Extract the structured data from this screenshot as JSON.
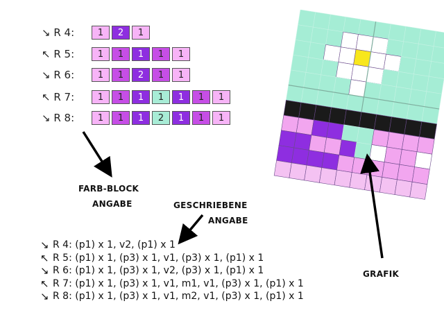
{
  "block_rows": [
    {
      "dir": "↘",
      "label": "R 4:",
      "cells": [
        {
          "v": "1",
          "c": "p"
        },
        {
          "v": "2",
          "c": "d"
        },
        {
          "v": "1",
          "c": "p"
        }
      ]
    },
    {
      "dir": "↖",
      "label": "R 5:",
      "cells": [
        {
          "v": "1",
          "c": "p"
        },
        {
          "v": "1",
          "c": "m"
        },
        {
          "v": "1",
          "c": "d"
        },
        {
          "v": "1",
          "c": "m"
        },
        {
          "v": "1",
          "c": "p"
        }
      ]
    },
    {
      "dir": "↘",
      "label": "R 6:",
      "cells": [
        {
          "v": "1",
          "c": "p"
        },
        {
          "v": "1",
          "c": "m"
        },
        {
          "v": "2",
          "c": "d"
        },
        {
          "v": "1",
          "c": "m"
        },
        {
          "v": "1",
          "c": "p"
        }
      ]
    },
    {
      "dir": "↖",
      "label": "R 7:",
      "cells": [
        {
          "v": "1",
          "c": "p"
        },
        {
          "v": "1",
          "c": "m"
        },
        {
          "v": "1",
          "c": "d"
        },
        {
          "v": "1",
          "c": "g"
        },
        {
          "v": "1",
          "c": "d"
        },
        {
          "v": "1",
          "c": "m"
        },
        {
          "v": "1",
          "c": "p"
        }
      ]
    },
    {
      "dir": "↘",
      "label": "R 8:",
      "cells": [
        {
          "v": "1",
          "c": "p"
        },
        {
          "v": "1",
          "c": "m"
        },
        {
          "v": "1",
          "c": "d"
        },
        {
          "v": "2",
          "c": "g"
        },
        {
          "v": "1",
          "c": "d"
        },
        {
          "v": "1",
          "c": "m"
        },
        {
          "v": "1",
          "c": "p"
        }
      ]
    }
  ],
  "captions": {
    "farb_line1": "FARB-BLOCK",
    "farb_line2": "ANGABE",
    "geschr_line1": "GESCHRIEBENE",
    "geschr_line2": "ANGABE",
    "grafik": "GRAFIK"
  },
  "written_rows": [
    {
      "dir": "↘",
      "text": "R 4: (p1) x 1, v2, (p1) x 1"
    },
    {
      "dir": "↖",
      "text": "R 5: (p1) x 1, (p3) x 1, v1, (p3) x 1, (p1) x 1"
    },
    {
      "dir": "↘",
      "text": "R 6: (p1) x 1, (p3) x 1, v2, (p3) x 1, (p1) x 1"
    },
    {
      "dir": "↖",
      "text": "R 7: (p1) x 1, (p3) x 1, v1, m1, v1, (p3) x 1, (p1) x 1"
    },
    {
      "dir": "↘",
      "text": "R 8: (p1) x 1, (p3) x 1, v1, m2, v1, (p3) x 1, (p1) x 1"
    }
  ],
  "colors": {
    "p": "#f7b4f7",
    "m": "#c64ee6",
    "d": "#8e2ee0",
    "g": "#a8ecd6",
    "mint": "#a5edd5",
    "black": "#1a1a1a",
    "white": "#ffffff",
    "yellow": "#f8e71c",
    "pink": "#f2a6ef"
  },
  "grafik_grid": [
    "MMMMMMMMMM",
    "MMMWWWMMMM",
    "MMWWYWWMMM",
    "MMMWWWMMMM",
    "MMMMWMMMMM",
    "MMMMMMMMMM",
    "BBBBBBBBBB",
    "PPDDMMPPPP",
    "DDPPDMWPPW",
    "DDDDPPPPPP",
    "KKKKKKKKKK"
  ]
}
